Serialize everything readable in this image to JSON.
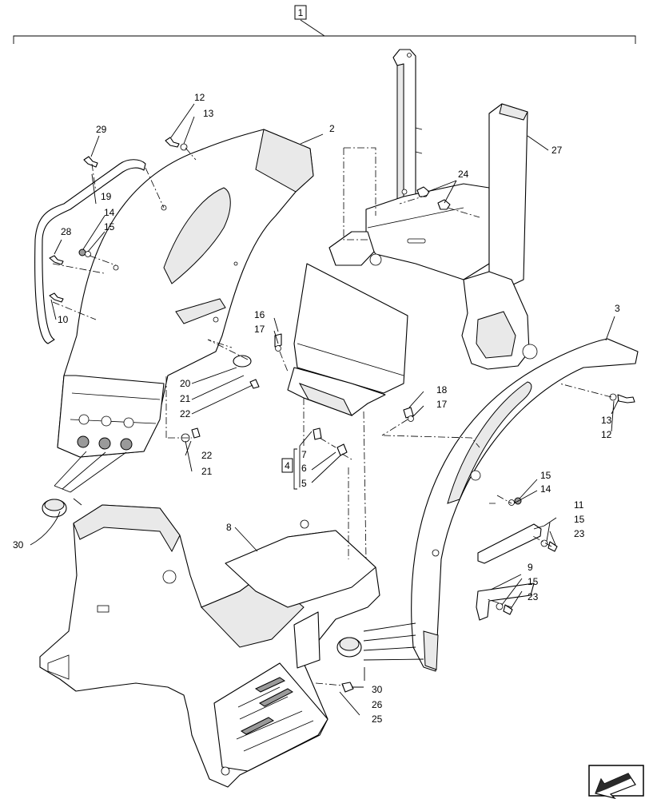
{
  "assembly_callout": "1",
  "group_callout": "4",
  "group_members": [
    "7",
    "6",
    "5"
  ],
  "callouts": {
    "c2": "2",
    "c3": "3",
    "c8": "8",
    "c9": "9",
    "c10": "10",
    "c11": "11",
    "c12a": "12",
    "c13a": "13",
    "c12b": "12",
    "c13b": "13",
    "c14a": "14",
    "c15a": "15",
    "c14b": "14",
    "c15b": "15",
    "c15c": "15",
    "c15d": "15",
    "c16": "16",
    "c17a": "17",
    "c17b": "17",
    "c18": "18",
    "c19": "19",
    "c20": "20",
    "c21a": "21",
    "c21b": "21",
    "c22a": "22",
    "c22b": "22",
    "c23a": "23",
    "c23b": "23",
    "c24": "24",
    "c25": "25",
    "c26": "26",
    "c27": "27",
    "c28": "28",
    "c29": "29",
    "c30a": "30",
    "c30b": "30"
  },
  "nav_icon": "arrow-nav-icon"
}
